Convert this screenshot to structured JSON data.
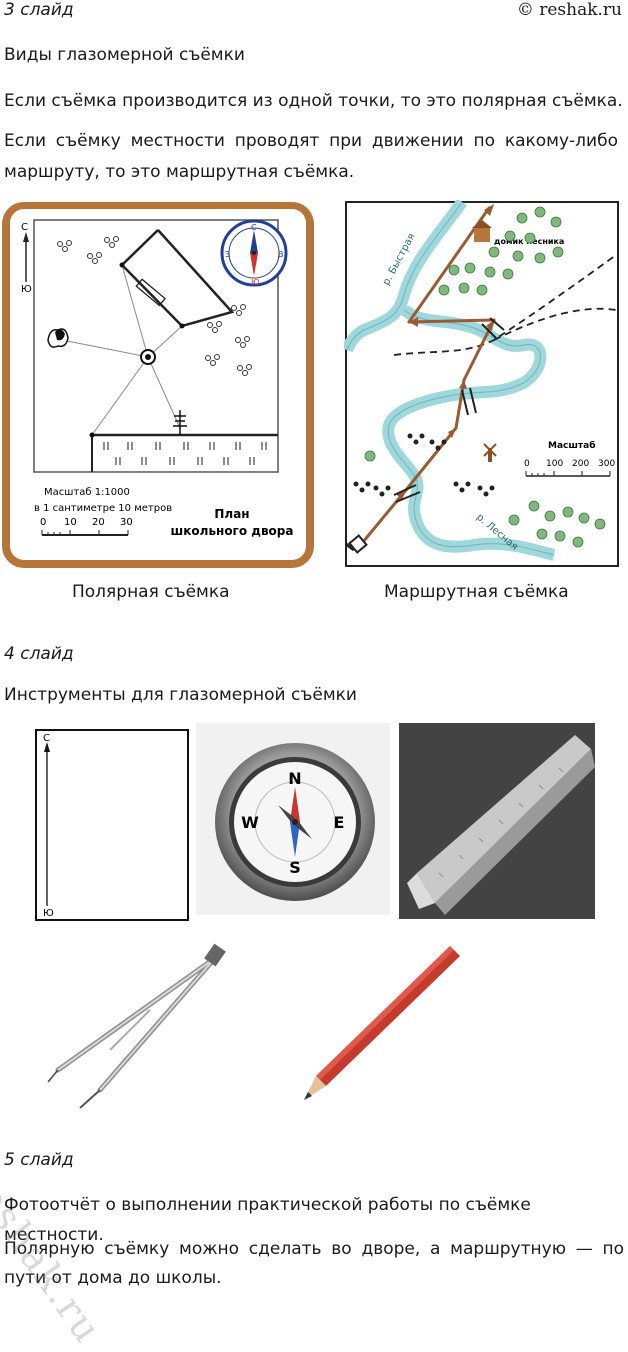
{
  "header": {
    "slide": "3 слайд",
    "brand": "© reshak.ru"
  },
  "slide3": {
    "heading": "Виды глазомерной съёмки",
    "para1": "Если съёмка производится из одной точки, то это полярная съёмка.",
    "para2_line1": "Если съёмку местности проводят при движении по какому-либо",
    "para2_line2": "маршруту, то это маршрутная съёмка.",
    "polar": {
      "north": "С",
      "south": "Ю",
      "compass_n": "С",
      "compass_s": "Ю",
      "compass_w": "З",
      "compass_e": "В",
      "scale_title": "Масштаб 1:1000",
      "scale_sub": "в 1 сантиметре 10 метров",
      "scale_ticks": [
        "0",
        "10",
        "20",
        "30"
      ],
      "plan_line1": "План",
      "plan_line2": "школьного двора"
    },
    "route": {
      "river1": "р. Быстрая",
      "river2": "р. Лесная",
      "house": "домик лесника",
      "scale_title": "Масштаб",
      "scale_ticks": [
        "0",
        "100",
        "200",
        "300"
      ]
    },
    "caption_polar": "Полярная съёмка",
    "caption_route": "Маршрутная съёмка"
  },
  "slide4": {
    "slide": "4 слайд",
    "heading": "Инструменты для глазомерной съёмки",
    "tablet_n": "С",
    "tablet_s": "Ю",
    "compass_n": "N",
    "compass_s": "S",
    "compass_w": "W",
    "compass_e": "E"
  },
  "slide5": {
    "slide": "5 слайд",
    "para1": "Фотоотчёт о выполнении практической работы по съёмке местности.",
    "para2_line1": "Полярную съёмку можно сделать во дворе, а маршрутную — по",
    "para2_line2": "пути от дома до школы."
  },
  "watermark": "reshak.ru",
  "colors": {
    "frame": "#b8753a",
    "river": "#9ed8dc",
    "route_arrow": "#9b5b32",
    "pencil": "#c43a2d"
  }
}
